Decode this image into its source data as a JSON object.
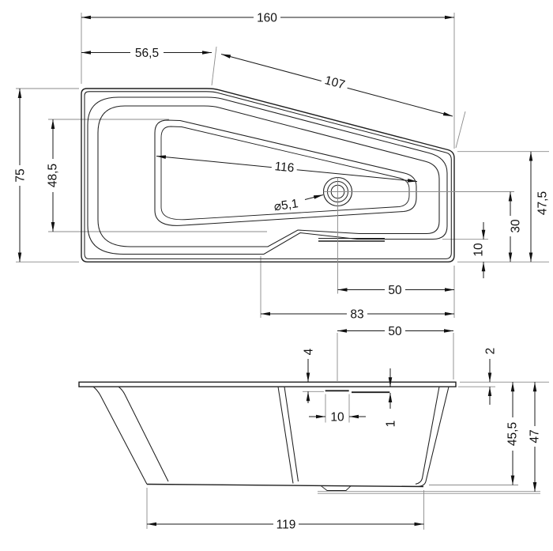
{
  "drawing": {
    "type": "bathtub-technical-drawing",
    "background_color": "#ffffff",
    "line_color": "#1f1f1f",
    "extension_line_color": "#8b8b8b",
    "top_view": {
      "overall_length": "160",
      "straight_head_edge": "56,5",
      "slanted_edge_length": "107",
      "overall_width": "75",
      "inner_basin_width": "48,5",
      "inner_basin_length": "116",
      "drain_diameter": "⌀5,1",
      "right_end_width": "47,5",
      "drain_center_from_bottom": "30",
      "ledge_height": "10",
      "drain_center_to_right_edge": "50",
      "step_to_right_edge": "83"
    },
    "side_view": {
      "recess_span_to_edge": "50",
      "recess_depth_from_rim": "4",
      "rim_thickness": "2",
      "recess_slot_width": "10",
      "recess_lip": "1",
      "inner_height": "45,5",
      "overall_height": "47",
      "base_length": "119"
    }
  }
}
